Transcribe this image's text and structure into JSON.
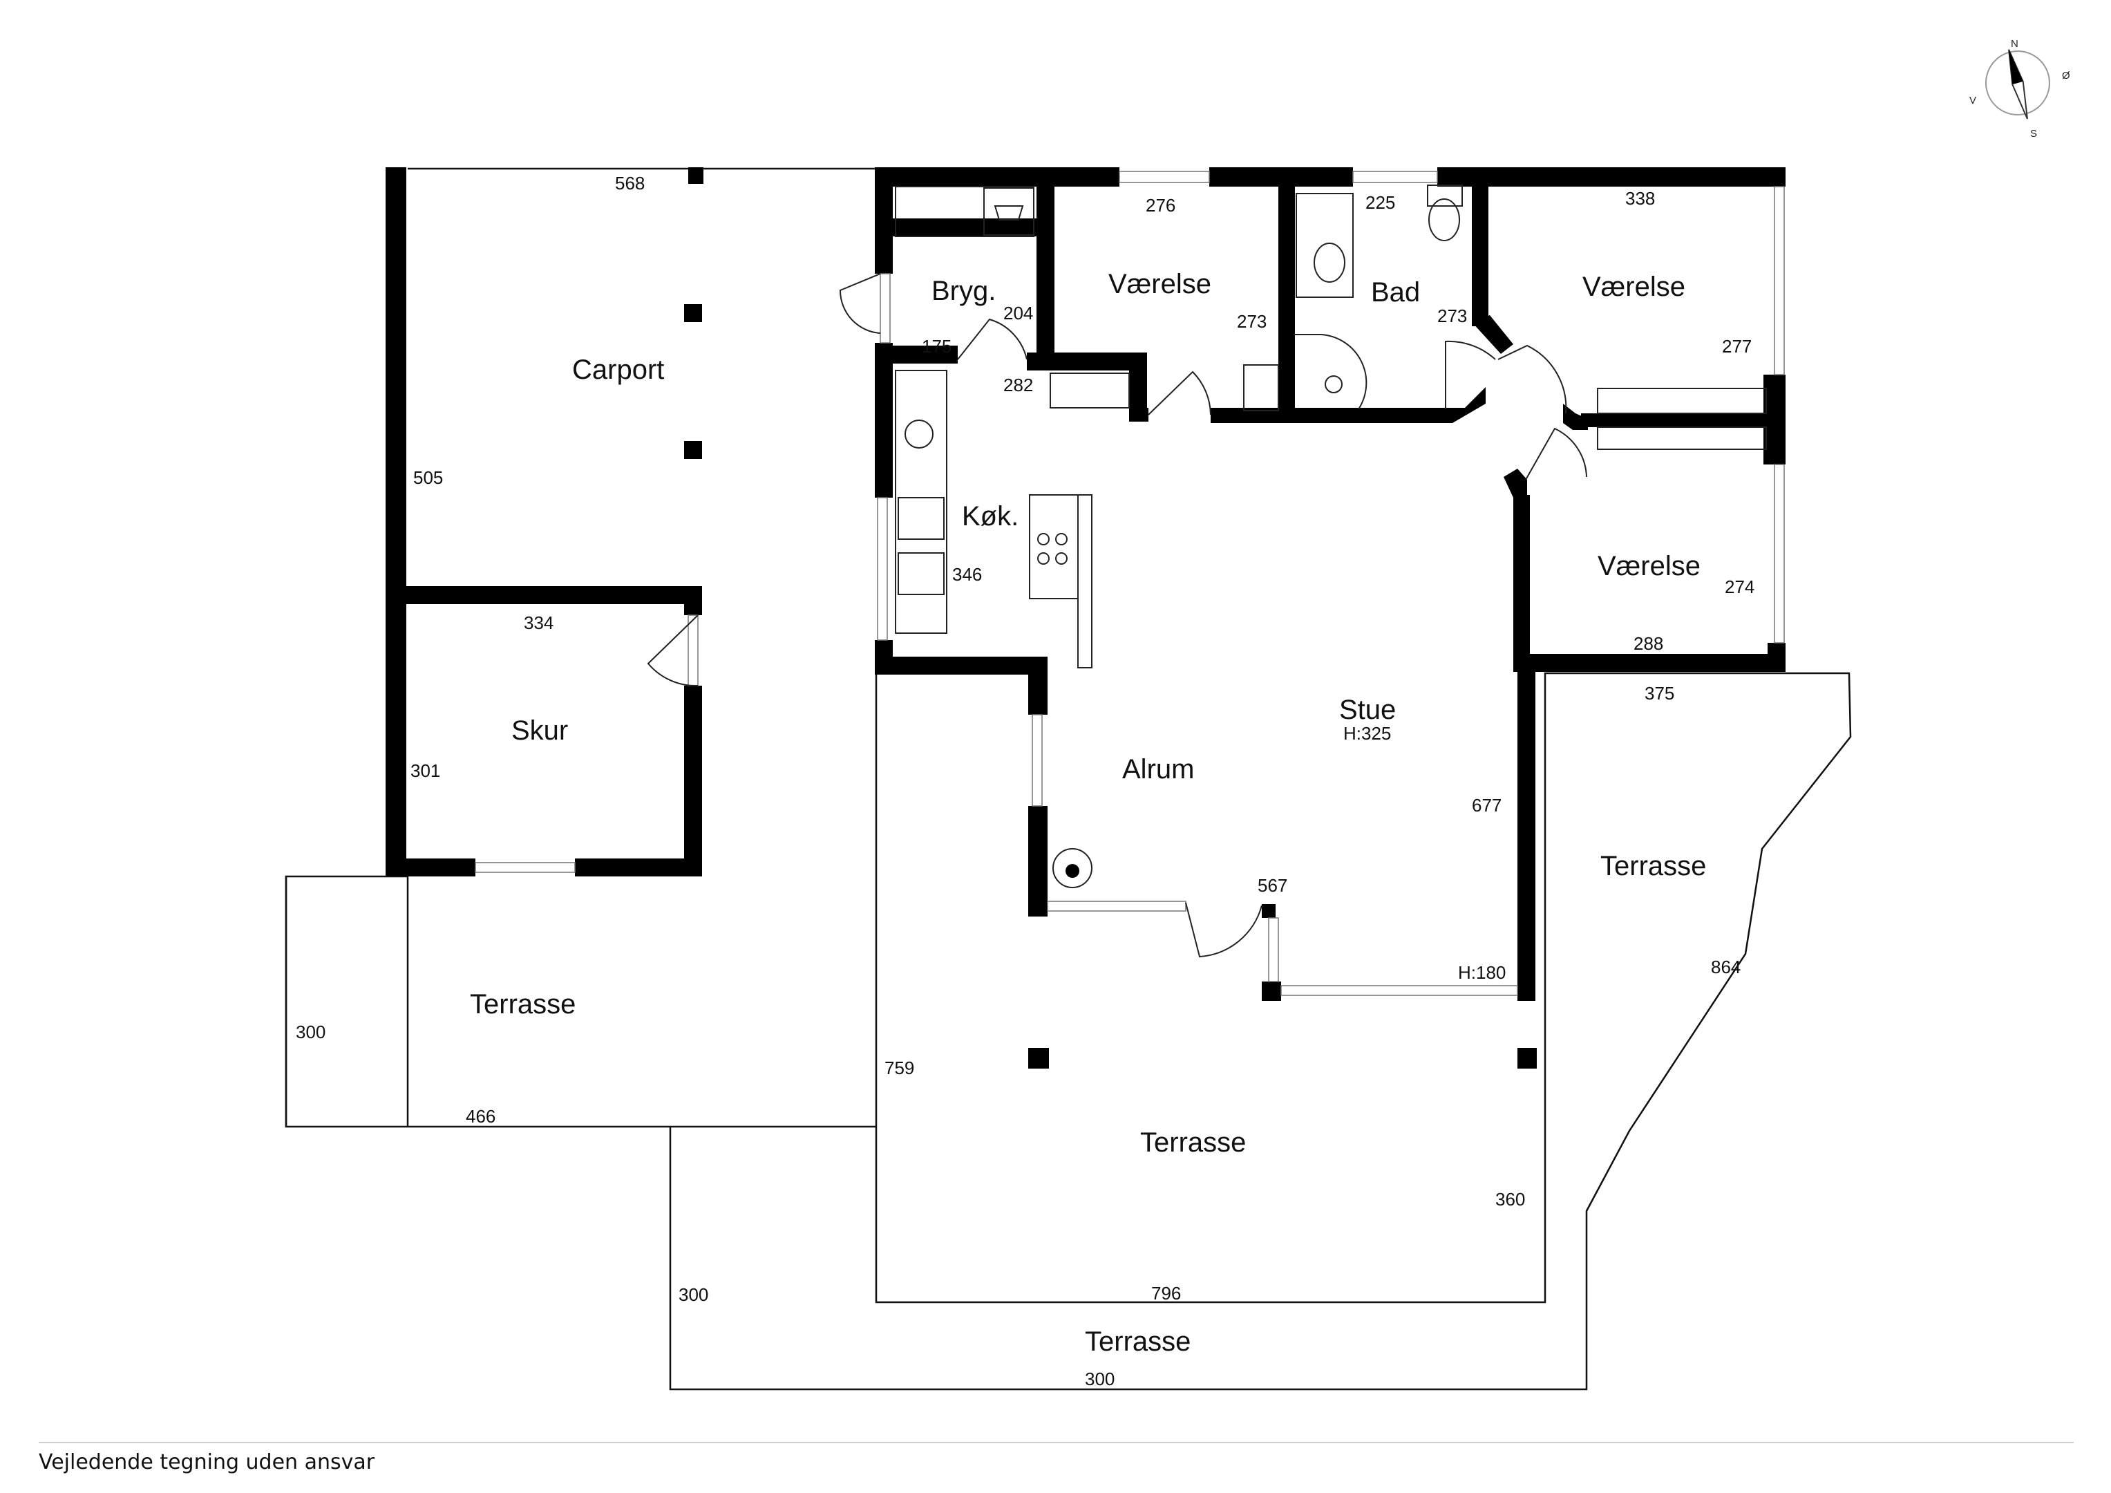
{
  "compass": {
    "north": "N",
    "east": "Ø",
    "south": "S",
    "west": "V"
  },
  "rooms": {
    "carport": "Carport",
    "skur": "Skur",
    "bryg": "Bryg.",
    "vaerelse_1": "Værelse",
    "bad": "Bad",
    "vaerelse_2": "Værelse",
    "vaerelse_3": "Værelse",
    "kok": "Køk.",
    "stue": "Stue",
    "stue_height": "H:325",
    "alrum": "Alrum",
    "terrasse_west": "Terrasse",
    "terrasse_east": "Terrasse",
    "terrasse_center": "Terrasse",
    "terrasse_south": "Terrasse"
  },
  "dimensions": {
    "carport_width": "568",
    "carport_height": "505",
    "skur_width": "334",
    "skur_height": "301",
    "vaerelse_1_width": "276",
    "bad_width": "225",
    "vaerelse_2_width": "338",
    "bryg_height": "204",
    "bryg_width": "175",
    "vaerelse_1_height": "273",
    "bad_height": "273",
    "vaerelse_2_height": "277",
    "kok_width": "282",
    "kok_height": "346",
    "vaerelse_3_height": "274",
    "vaerelse_3_width": "288",
    "terrasse_east_top": "375",
    "stue_depth": "677",
    "alrum_width": "567",
    "bay_height": "H:180",
    "terrasse_east_side": "864",
    "terrasse_west_height": "300",
    "terrasse_west_width": "466",
    "terrasse_center_height": "759",
    "terrasse_center_side": "360",
    "terrasse_center_width": "796",
    "terrasse_south_height": "300",
    "terrasse_south_width": "300"
  },
  "footer": {
    "disclaimer": "Vejledende tegning uden ansvar"
  }
}
